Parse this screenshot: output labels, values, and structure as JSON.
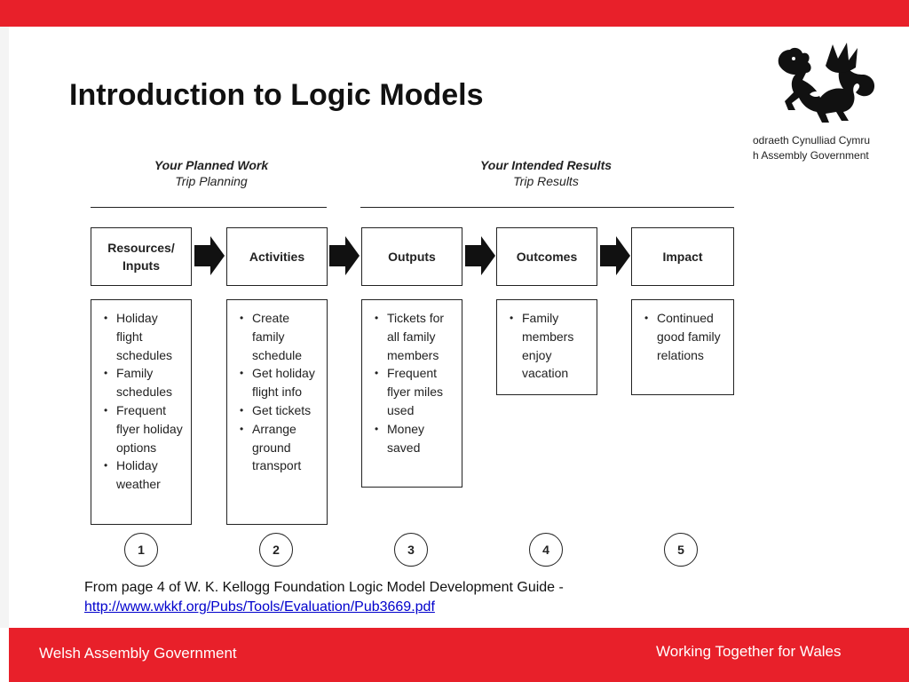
{
  "slide": {
    "title": "Introduction to Logic Models"
  },
  "logo": {
    "icon": "welsh-dragon",
    "line1": "odraeth Cynulliad Cymru",
    "line2": "h Assembly Government"
  },
  "diagram": {
    "planned": {
      "heading": "Your Planned Work",
      "subheading": "Trip Planning"
    },
    "intended": {
      "heading": "Your Intended Results",
      "subheading": "Trip Results"
    },
    "columns": [
      {
        "heading": "Resources/ Inputs",
        "items": [
          "Holiday flight schedules",
          "Family schedules",
          "Frequent flyer holiday options",
          "Holiday weather"
        ],
        "number": "1"
      },
      {
        "heading": "Activities",
        "items": [
          "Create family schedule",
          "Get holiday flight info",
          "Get tickets",
          "Arrange ground transport"
        ],
        "number": "2"
      },
      {
        "heading": "Outputs",
        "items": [
          "Tickets for all family members",
          "Frequent flyer miles used",
          "Money saved"
        ],
        "number": "3"
      },
      {
        "heading": "Outcomes",
        "items": [
          "Family members enjoy vacation"
        ],
        "number": "4"
      },
      {
        "heading": "Impact",
        "items": [
          "Continued good family relations"
        ],
        "number": "5"
      }
    ]
  },
  "source": {
    "text": "From page 4 of  W. K. Kellogg Foundation Logic Model Development Guide -",
    "link": "http://www.wkkf.org/Pubs/Tools/Evaluation/Pub3669.pdf"
  },
  "footer": {
    "left": "Welsh Assembly Government",
    "right": "Working Together for Wales"
  },
  "colors": {
    "brand_red": "#e8202a",
    "link": "#0000cc"
  }
}
